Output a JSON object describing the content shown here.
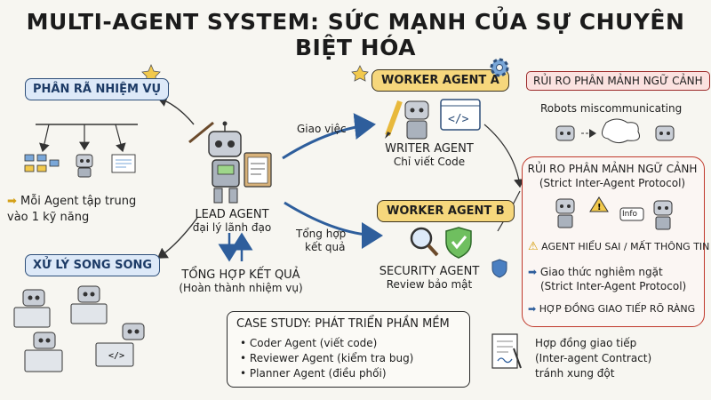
{
  "title": "MULTI-AGENT SYSTEM: SỨC MẠNH CỦA SỰ CHUYÊN BIỆT HÓA",
  "left": {
    "decompose_label": "PHÂN RÃ NHIỆM VỤ",
    "focus_text_1": "Mỗi Agent tập trung",
    "focus_text_2": "vào 1 kỹ năng",
    "parallel_label": "XỬ LÝ SONG SONG"
  },
  "lead": {
    "name": "LEAD AGENT",
    "subtitle": "đại lý lãnh đạo",
    "aggregate_title": "TỔNG HỢP KẾT QUẢ",
    "aggregate_sub": "(Hoàn thành nhiệm vụ)"
  },
  "arrows": {
    "assign": "Giao việc",
    "collect_1": "Tổng hợp",
    "collect_2": "kết quả"
  },
  "worker_a": {
    "badge": "WORKER AGENT A",
    "name": "WRITER AGENT",
    "desc": "Chỉ viết Code"
  },
  "worker_b": {
    "badge": "WORKER AGENT B",
    "name": "SECURITY AGENT",
    "desc": "Review bảo mật"
  },
  "risk": {
    "header": "RỦI RO PHÂN MẢNH NGỮ CẢNH",
    "miscomm": "Robots miscommunicating",
    "box_title_1": "RỦI RO PHÂN MẢNH NGỮ CẢNH",
    "box_title_2": "(Strict Inter-Agent Protocol)",
    "info_bubble": "Info",
    "warning": "AGENT HIỂU SAI / MẤT THÔNG TIN",
    "protocol_1": "Giao thức nghiêm ngặt",
    "protocol_2": "(Strict Inter-Agent Protocol)",
    "contract_clear": "HỢP ĐỒNG GIAO TIẾP RÕ RÀNG"
  },
  "contract": {
    "line1": "Hợp đồng giao tiếp",
    "line2": "(Inter-agent Contract)",
    "line3": "tránh xung đột"
  },
  "case_study": {
    "title": "CASE STUDY: PHÁT TRIỂN PHẦN MỀM",
    "items": [
      "Coder Agent (viết code)",
      "Reviewer Agent (kiểm tra bug)",
      "Planner Agent (điều phối)"
    ]
  },
  "colors": {
    "blue_accent": "#2e5e9c",
    "yellow_badge": "#f6d77c",
    "risk_red": "#c0392b"
  }
}
